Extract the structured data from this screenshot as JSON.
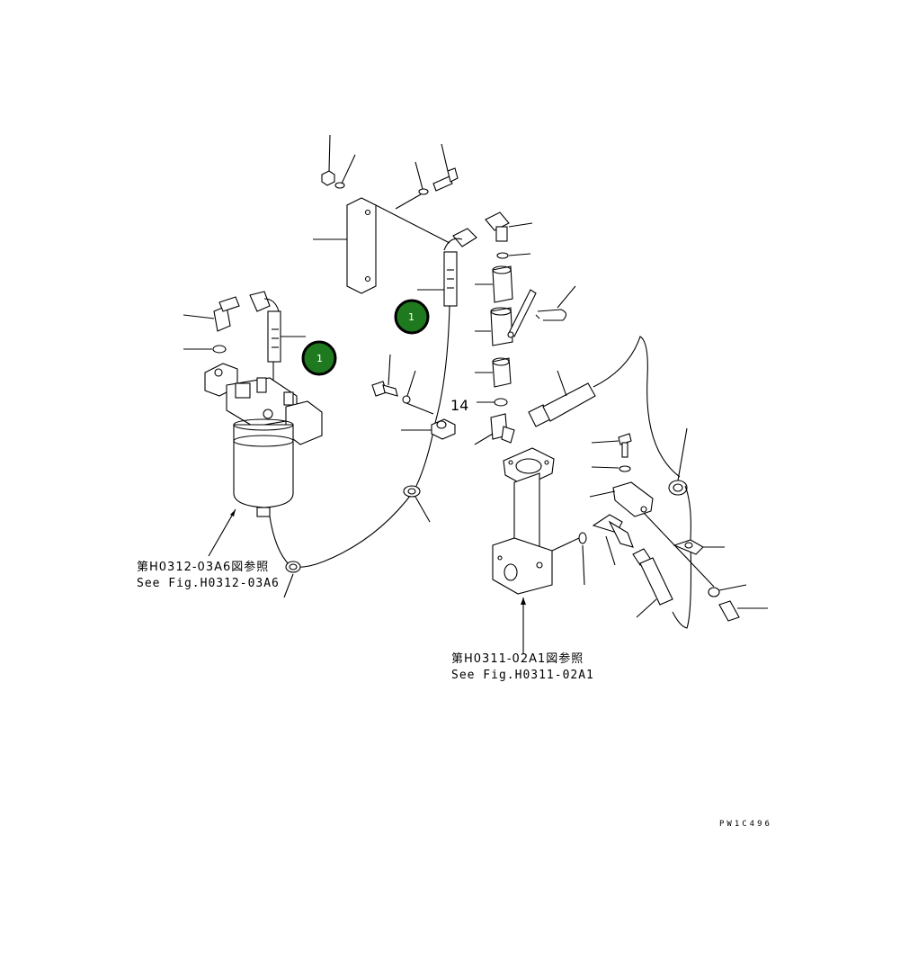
{
  "badges": [
    {
      "label": "1",
      "color": "#1f7a1f"
    },
    {
      "label": "1",
      "color": "#1f7a1f"
    }
  ],
  "callout_number": "14",
  "references": [
    {
      "jp": "第H0312-03A6図参照",
      "en": "See Fig.H0312-03A6"
    },
    {
      "jp": "第H0311-02A1図参照",
      "en": "See Fig.H0311-02A1"
    }
  ],
  "drawing_code": "PW1C496"
}
